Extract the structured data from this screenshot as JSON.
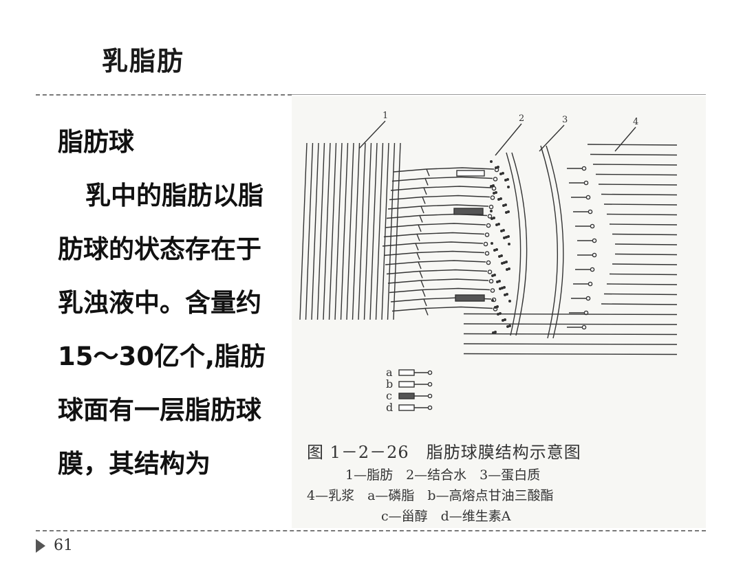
{
  "slide": {
    "title": "乳脂肪",
    "heading": "脂肪球",
    "paragraph": "乳中的脂肪以脂肪球的状态存在于乳浊液中。含量约15～30亿个,脂肪球面有一层脂肪球膜，其结构为",
    "page_number": "61"
  },
  "figure": {
    "labels": [
      "1",
      "2",
      "3",
      "4"
    ],
    "legend": [
      "a",
      "b",
      "c",
      "d"
    ],
    "caption_title": "图 1－2－26　脂肪球膜结构示意图",
    "caption_line1": "1—脂肪　2—结合水　3—蛋白质",
    "caption_line2": "4—乳浆　a—磷脂　b—高熔点甘油三酸酯",
    "caption_line3": "c—甾醇　d—维生素A"
  }
}
